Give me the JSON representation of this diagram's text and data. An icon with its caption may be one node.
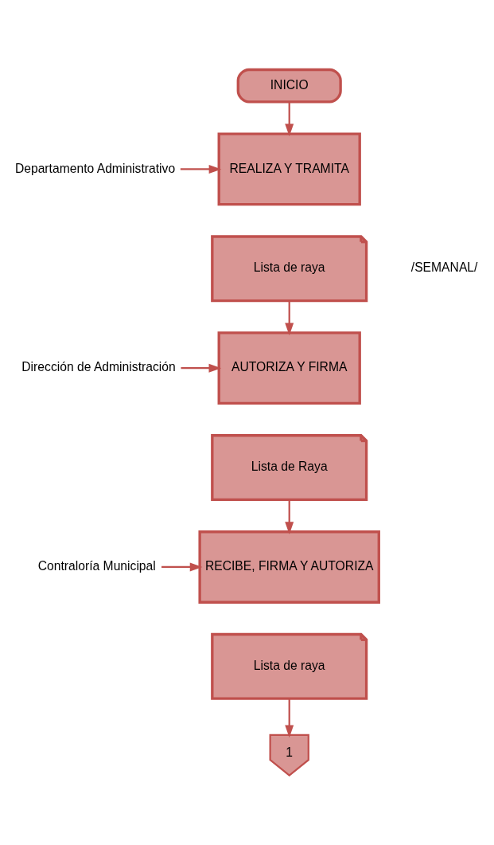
{
  "diagram": {
    "nodes": [
      {
        "text": [
          "INICIO"
        ]
      },
      {
        "text": [
          "Departamento Administrativo"
        ]
      },
      {
        "text": [
          "REALIZA Y TRAMITA"
        ]
      },
      {
        "text": [
          "Lista de raya"
        ],
        "beside": [
          "/SEMANAL/"
        ]
      },
      {
        "text": [
          "Dirección de Administración"
        ]
      },
      {
        "text": [
          "AUTORIZA Y FIRMA"
        ]
      },
      {
        "text": [
          "Lista de Raya"
        ]
      },
      {
        "text": [
          "Contraloría Municipal"
        ]
      },
      {
        "text": [
          "RECIBE, FIRMA Y AUTORIZA"
        ]
      },
      {
        "text": [
          "Lista de raya"
        ]
      },
      {
        "text": [
          "1"
        ]
      }
    ],
    "edges": [
      {
        "from": 0,
        "to": 2,
        "arrow": "to"
      },
      {
        "from": 1,
        "to": 2,
        "arrow": "to"
      },
      {
        "from": 3,
        "to": 5,
        "arrow": "to"
      },
      {
        "from": 4,
        "to": 5,
        "arrow": "to"
      },
      {
        "from": 6,
        "to": 8,
        "arrow": "to"
      },
      {
        "from": 7,
        "to": 8,
        "arrow": "to"
      },
      {
        "from": 9,
        "to": 10,
        "arrow": "to"
      }
    ]
  }
}
